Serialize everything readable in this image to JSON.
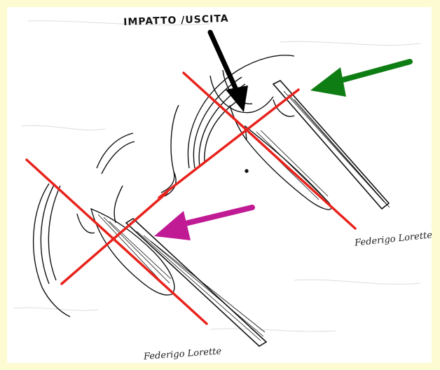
{
  "label": "IMPATTO /USCITA",
  "signature_right": "Federigo Lorette",
  "signature_bottom": "Federigo Lorette",
  "colors": {
    "background": "#fdfbd2",
    "cross": "#e8221c",
    "arrow_black": "#000000",
    "arrow_green": "#0e7d13",
    "arrow_magenta": "#c01a94"
  },
  "icons": [
    "black-arrow-icon",
    "green-arrow-icon",
    "magenta-arrow-icon"
  ]
}
